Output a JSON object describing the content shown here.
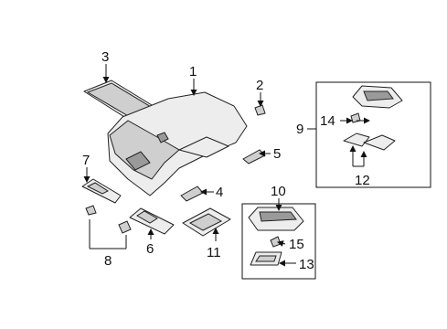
{
  "callouts": {
    "c1": "1",
    "c2": "2",
    "c3": "3",
    "c4": "4",
    "c5": "5",
    "c6": "6",
    "c7": "7",
    "c8": "8",
    "c9": "9",
    "c10": "10",
    "c11": "11",
    "c12": "12",
    "c13": "13",
    "c14": "14",
    "c15": "15"
  },
  "colors": {
    "line": "#111111",
    "part_fill": "#ededed",
    "part_shade": "#9a9a9a"
  }
}
